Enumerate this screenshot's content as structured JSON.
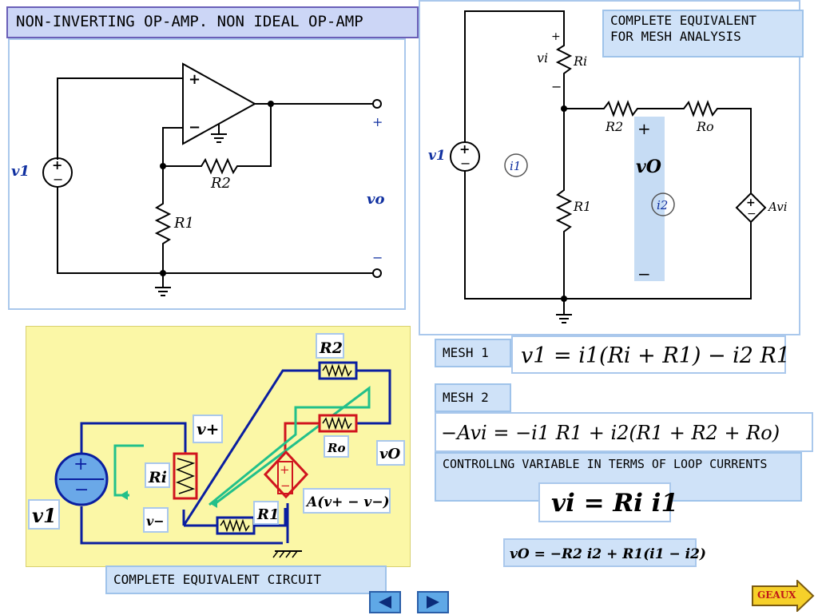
{
  "slide": {
    "title": "NON-INVERTING OP-AMP. NON IDEAL OP-AMP",
    "mesh_panel_title": "COMPLETE EQUIVALENT\nFOR MESH ANALYSIS",
    "bottom_caption": "COMPLETE EQUIVALENT CIRCUIT"
  },
  "top_left_circuit": {
    "source_label": "v1",
    "r2_label": "R2",
    "r1_label": "R1",
    "out_plus": "+",
    "out_label": "vo",
    "out_minus": "−"
  },
  "mesh_circuit": {
    "v1_label": "v1",
    "vi_label": "vi",
    "ri_label": "Ri",
    "r2_label": "R2",
    "ro_label": "Ro",
    "r1_label": "R1",
    "i1_label": "i1",
    "i2_label": "i2",
    "vo_label": "vO",
    "avi_label": "Avi",
    "plus": "+",
    "minus": "−"
  },
  "equivalent_circuit": {
    "r2_label": "R2",
    "ro_label": "Ro",
    "ri_label": "Ri",
    "r1_label": "R1",
    "vplus_label": "v+",
    "vminus_label": "v−",
    "vo_label": "vO",
    "v1_label": "v1",
    "dep_label": "A(v+ − v−)"
  },
  "equations": {
    "mesh1_tag": "MESH 1",
    "mesh1_eq": "v1 = i1(Ri + R1) − i2 R1",
    "mesh2_tag": "MESH 2",
    "mesh2_eq": "−Avi = −i1 R1 + i2(R1 + R2 + Ro)",
    "control_text": "CONTROLLNG VARIABLE IN TERMS OF LOOP CURRENTS",
    "control_eq": "vi = Ri i1",
    "vo_eq": "vO = −R2 i2 + R1(i1 − i2)"
  },
  "nav": {
    "geaux_label": "GEAUX"
  },
  "colors": {
    "title_bg": "#ccd6f6",
    "tag_bg": "#cfe2f8",
    "yellow_panel": "#fbf7a6",
    "wire_blue": "#0a1ea0",
    "wire_red": "#d0141e",
    "loop_green": "#22c08a"
  }
}
